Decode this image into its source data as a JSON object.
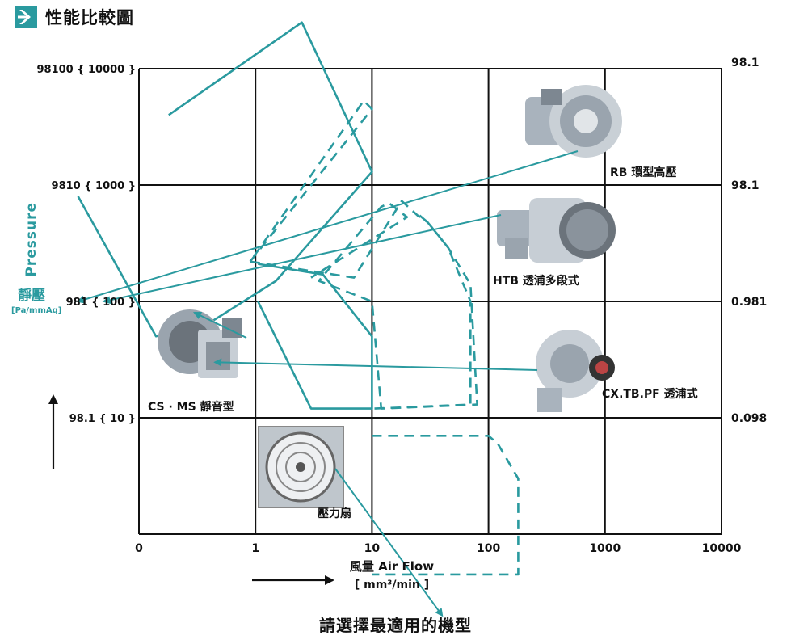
{
  "header": {
    "title": "性能比較圖"
  },
  "footer": {
    "text": "請選擇最適用的機型"
  },
  "colors": {
    "accent": "#2a9a9f",
    "grid": "#111111"
  },
  "chart_data": {
    "type": "area",
    "title": "性能比較圖",
    "xlabel": "風量 Air Flow",
    "xunit": "[ mm³/min ]",
    "x_ticks": [
      "0",
      "1",
      "10",
      "100",
      "1000",
      "10000"
    ],
    "ylabel_en": "Pressure",
    "ylabel_zh": "靜壓",
    "yunit_top": "Pa",
    "yunit_bottom": "mmAq",
    "y_ticks_left": [
      "98100 { 10000 }",
      "9810 { 1000 }",
      "981 { 100 }",
      "98.1 { 10 }"
    ],
    "y_ticks_right": [
      "98.1",
      "98.1",
      "0.981",
      "0.098"
    ],
    "x_scale": "log",
    "y_scale": "log",
    "grid": true,
    "series": [
      {
        "name": "RB 環型高壓",
        "style": "solid",
        "points": [
          [
            0.03,
            800
          ],
          [
            0.14,
            50
          ],
          [
            0.4,
            65
          ],
          [
            1.5,
            150
          ],
          [
            10,
            1300
          ],
          [
            2.5,
            25000
          ],
          [
            0.18,
            4000
          ]
        ]
      },
      {
        "name": "HTB 透浦多段式",
        "style": "dashed",
        "points": [
          [
            0.9,
            220
          ],
          [
            10,
            4500
          ],
          [
            8.5,
            5300
          ],
          [
            0.9,
            220
          ],
          [
            7,
            160
          ],
          [
            18,
            730
          ],
          [
            25,
            540
          ],
          [
            30,
            480
          ],
          [
            45,
            290
          ],
          [
            70,
            140
          ],
          [
            80,
            13
          ],
          [
            12,
            12
          ],
          [
            10,
            100
          ],
          [
            3.5,
            150
          ],
          [
            12,
            650
          ],
          [
            14,
            700
          ],
          [
            20,
            530
          ],
          [
            3,
            160
          ]
        ]
      },
      {
        "name": "CS · MS 靜音型",
        "style": "solid",
        "points": [
          [
            1.05,
            210
          ],
          [
            3.8,
            170
          ],
          [
            10,
            50
          ],
          [
            10,
            12
          ],
          [
            3,
            12
          ],
          [
            1.05,
            100
          ]
        ]
      },
      {
        "name": "CX.TB.PF 透浦式",
        "style": "dashed",
        "points": [
          [
            10.5,
            12
          ],
          [
            70,
            13
          ],
          [
            70,
            100
          ],
          [
            45,
            290
          ],
          [
            30,
            480
          ],
          [
            25,
            560
          ]
        ]
      },
      {
        "name": "壓力扇",
        "style": "dashed",
        "points": [
          [
            10,
            7
          ],
          [
            100,
            7
          ],
          [
            120,
            6
          ],
          [
            180,
            3
          ],
          [
            180,
            0.45
          ],
          [
            10,
            0.45
          ]
        ]
      }
    ],
    "labels": [
      {
        "text": "RB 環型高壓",
        "icon": "ring-blower-icon",
        "arrow_to": [
          0.03,
          100
        ]
      },
      {
        "text": "HTB 透浦多段式",
        "icon": "multistage-turbo-blower-icon",
        "arrow_to": [
          0.05,
          100
        ]
      },
      {
        "text": "CX.TB.PF 透浦式",
        "icon": "turbo-blower-icon",
        "arrow_to": [
          0.45,
          30
        ]
      },
      {
        "text": "CS · MS 靜音型",
        "icon": "silent-blower-icon",
        "arrow_to": [
          0.3,
          80
        ]
      },
      {
        "text": "壓力扇",
        "icon": "wall-fan-icon",
        "arrow_to": [
          40,
          0.2
        ]
      }
    ]
  }
}
